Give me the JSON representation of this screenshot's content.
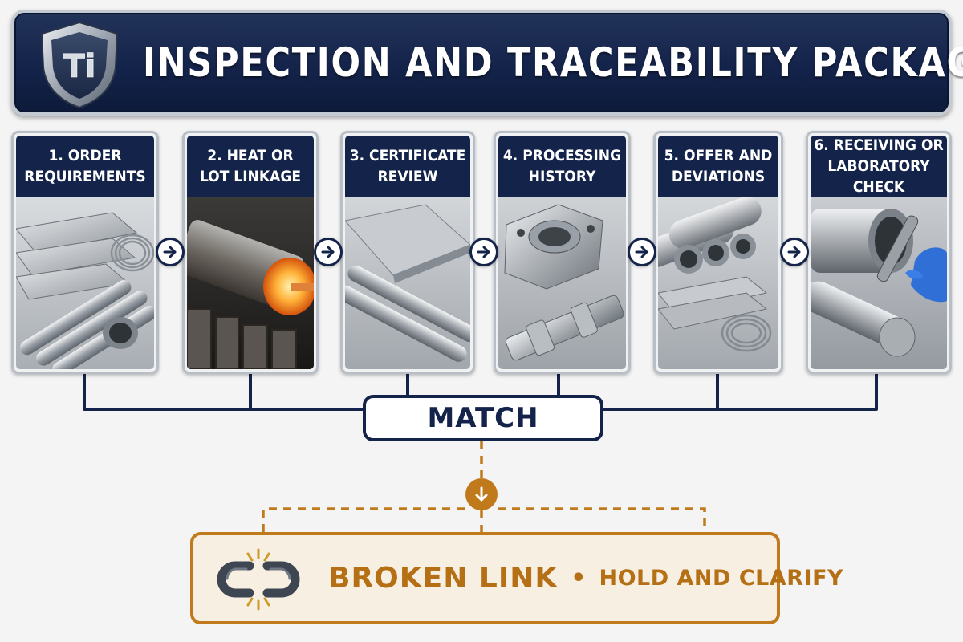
{
  "header": {
    "title": "INSPECTION AND TRACEABILITY PACKAGE",
    "logo_text": "Ti",
    "logo_icon": "shield-icon"
  },
  "steps": [
    {
      "label": "1. ORDER\nREQUIREMENTS",
      "image": "titanium-plates-bars-tube-coil"
    },
    {
      "label": "2. HEAT OR\nLOT LINKAGE",
      "image": "glowing-hot-billet"
    },
    {
      "label": "3. CERTIFICATE\nREVIEW",
      "image": "plate-and-bars"
    },
    {
      "label": "4. PROCESSING\nHISTORY",
      "image": "machined-flange-and-shaft"
    },
    {
      "label": "5. OFFER AND\nDEVIATIONS",
      "image": "tubes-plates-coil"
    },
    {
      "label": "6. RECEIVING OR\nLABORATORY CHECK",
      "image": "gloved-hand-testing-probe"
    }
  ],
  "step_arrow_icon": "arrow-right-icon",
  "match": {
    "label": "MATCH"
  },
  "down_icon": "arrow-down-icon",
  "broken": {
    "icon": "broken-chain-icon",
    "main": "BROKEN LINK",
    "separator": "•",
    "sub": "HOLD AND CLARIFY"
  },
  "colors": {
    "navy": "#14234a",
    "accent_orange": "#c07a1c",
    "broken_fill": "#f8efe3",
    "background": "#f4f4f4"
  }
}
